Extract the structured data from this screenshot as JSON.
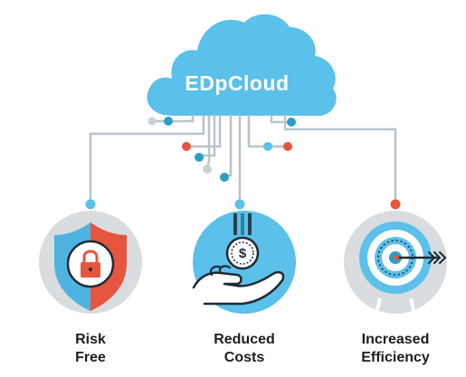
{
  "title": "EDpCloud",
  "benefits": [
    {
      "line1": "Risk",
      "line2": "Free",
      "icon": "shield-lock-icon"
    },
    {
      "line1": "Reduced",
      "line2": "Costs",
      "icon": "coin-hand-icon"
    },
    {
      "line1": "Increased",
      "line2": "Efficiency",
      "icon": "target-arrow-icon"
    }
  ],
  "coin_symbol": "$",
  "colors": {
    "cloud": "#5bc0ea",
    "accent_red": "#e8553e",
    "accent_blue": "#2a9fc5",
    "line_grey": "#b9c3c9",
    "text_dark": "#1d1d1d"
  }
}
